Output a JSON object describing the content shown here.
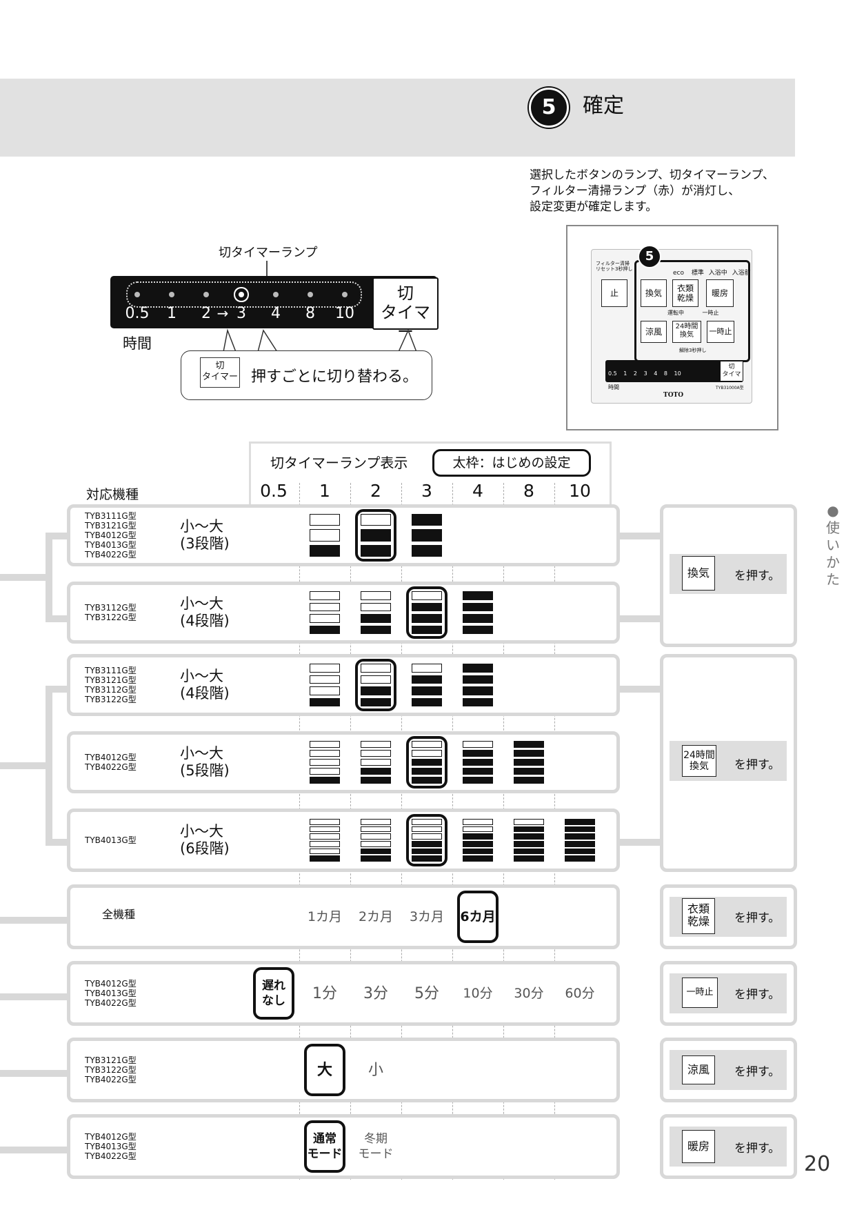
{
  "step": {
    "number": "5",
    "title": "確定"
  },
  "description": [
    "選択したボタンのランプ、切タイマーランプ、",
    "フィルター清掃ランプ（赤）が消灯し、",
    "設定変更が確定します。"
  ],
  "lamp_figure": {
    "label": "切タイマーランプ",
    "hours": [
      "0.5",
      "1",
      "2",
      "3",
      "4",
      "8",
      "10"
    ],
    "arrow": "→",
    "button": [
      "切",
      "タイマー"
    ],
    "axis_label": "時間",
    "bubble_button": [
      "切",
      "タイマー"
    ],
    "bubble_text": "押すごとに切り替わる。"
  },
  "remote": {
    "filter_label": [
      "フィルター清掃",
      "リセット3秒押し"
    ],
    "badge": "5",
    "top_labels": [
      "eco",
      "標準",
      "入浴中",
      "入浴前"
    ],
    "buttons": {
      "stop": "止",
      "vent": "換気",
      "dry": [
        "衣類",
        "乾燥"
      ],
      "heat": "暖房",
      "cool": "涼風",
      "vent24": [
        "24時間",
        "換気"
      ],
      "pause": "一時止"
    },
    "mid_labels": [
      "運転中",
      "一時止"
    ],
    "release": "解除3秒押し",
    "timer_nums": [
      "0.5",
      "1",
      "2",
      "3",
      "4",
      "8",
      "10"
    ],
    "timer_btn": [
      "切",
      "タイマー"
    ],
    "jikan": "時間",
    "model": "TYB31000A型",
    "brand": "TOTO"
  },
  "table": {
    "header_title": "切タイマーランプ表示",
    "header_badge": "太枠：はじめの設定",
    "model_header": "対応機種",
    "columns": [
      "0.5",
      "1",
      "2",
      "3",
      "4",
      "8",
      "10"
    ],
    "rows": [
      {
        "models": [
          "TYB3111G型",
          "TYB3121G型",
          "TYB4012G型",
          "TYB4013G型",
          "TYB4022G型"
        ],
        "levels": [
          "小〜大",
          "(3段階)"
        ],
        "bars": {
          "1": [
            0,
            0,
            1
          ],
          "2": [
            0,
            1,
            1
          ],
          "3": [
            1,
            1,
            1
          ]
        },
        "highlight": "2"
      },
      {
        "models": [
          "TYB3112G型",
          "TYB3122G型"
        ],
        "levels": [
          "小〜大",
          "(4段階)"
        ],
        "bars": {
          "1": [
            0,
            0,
            0,
            1
          ],
          "2": [
            0,
            0,
            1,
            1
          ],
          "3": [
            0,
            1,
            1,
            1
          ],
          "4": [
            1,
            1,
            1,
            1
          ]
        },
        "highlight": "3"
      },
      {
        "models": [
          "TYB3111G型",
          "TYB3121G型",
          "TYB3112G型",
          "TYB3122G型"
        ],
        "levels": [
          "小〜大",
          "(4段階)"
        ],
        "bars": {
          "1": [
            0,
            0,
            0,
            1
          ],
          "2": [
            0,
            0,
            1,
            1
          ],
          "3": [
            0,
            1,
            1,
            1
          ],
          "4": [
            1,
            1,
            1,
            1
          ]
        },
        "highlight": "2"
      },
      {
        "models": [
          "TYB4012G型",
          "TYB4022G型"
        ],
        "levels": [
          "小〜大",
          "(5段階)"
        ],
        "bars": {
          "1": [
            0,
            0,
            0,
            0,
            1
          ],
          "2": [
            0,
            0,
            0,
            1,
            1
          ],
          "3": [
            0,
            0,
            1,
            1,
            1
          ],
          "4": [
            0,
            1,
            1,
            1,
            1
          ],
          "8": [
            1,
            1,
            1,
            1,
            1
          ]
        },
        "highlight": "3"
      },
      {
        "models": [
          "TYB4013G型"
        ],
        "levels": [
          "小〜大",
          "(6段階)"
        ],
        "bars": {
          "1": [
            0,
            0,
            0,
            0,
            0,
            1
          ],
          "2": [
            0,
            0,
            0,
            0,
            1,
            1
          ],
          "3": [
            0,
            0,
            0,
            1,
            1,
            1
          ],
          "4": [
            0,
            0,
            1,
            1,
            1,
            1
          ],
          "8": [
            0,
            1,
            1,
            1,
            1,
            1
          ],
          "10": [
            1,
            1,
            1,
            1,
            1,
            1
          ]
        },
        "highlight": "3"
      },
      {
        "models": [
          "全機種"
        ],
        "texts": {
          "1": "1カ月",
          "2": "2カ月",
          "3": "3カ月",
          "4": "6カ月"
        },
        "highlight": "4"
      },
      {
        "models": [
          "TYB4012G型",
          "TYB4013G型",
          "TYB4022G型"
        ],
        "texts": {
          "0.5": "遅れ なし",
          "1": "1分",
          "2": "3分",
          "3": "5分",
          "4": "10分",
          "8": "30分",
          "10": "60分"
        },
        "highlight": "0.5"
      },
      {
        "models": [
          "TYB3121G型",
          "TYB3122G型",
          "TYB4022G型"
        ],
        "texts": {
          "1": "大",
          "2": "小"
        },
        "highlight": "1"
      },
      {
        "models": [
          "TYB4012G型",
          "TYB4013G型",
          "TYB4022G型"
        ],
        "texts": {
          "1": "通常 モード",
          "2": "冬期 モード"
        },
        "highlight": "1"
      }
    ],
    "actions": [
      {
        "button": "換気",
        "text": "を押す。"
      },
      {
        "button": "24時間 換気",
        "text": "を押す。"
      },
      {
        "button": "衣類 乾燥",
        "text": "を押す。"
      },
      {
        "button": "一時止",
        "text": "を押す。"
      },
      {
        "button": "涼風",
        "text": "を押す。"
      },
      {
        "button": "暖房",
        "text": "を押す。"
      }
    ]
  },
  "side_label": [
    "●",
    "使",
    "い",
    "か",
    "た"
  ],
  "page_number": "20"
}
